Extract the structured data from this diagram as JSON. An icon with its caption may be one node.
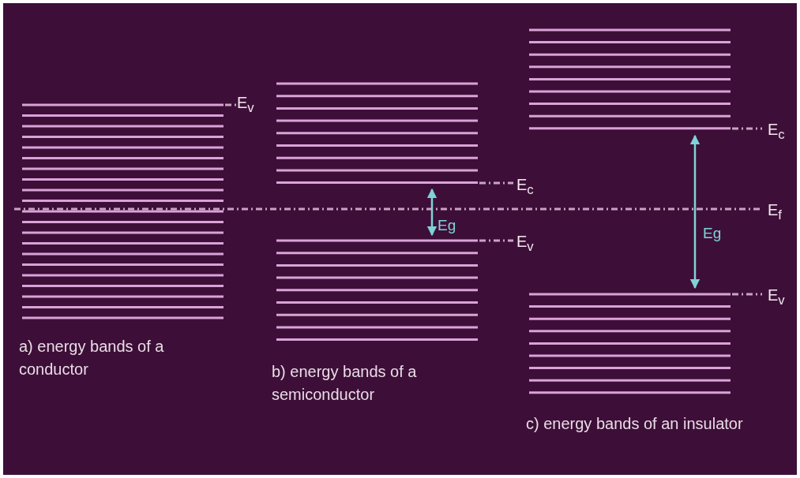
{
  "diagram": {
    "labels": [
      "E$_{v}$",
      "E$_{c}$",
      "Eg",
      "E$_{v}$",
      "E$_{c}$",
      "E$_{f}$",
      "Eg",
      "E$_{v}$",
      "a) energy bands of a conductor",
      "b) energy bands of a semiconductor",
      "c) energy bands of an insulator"
    ]
  }
}
